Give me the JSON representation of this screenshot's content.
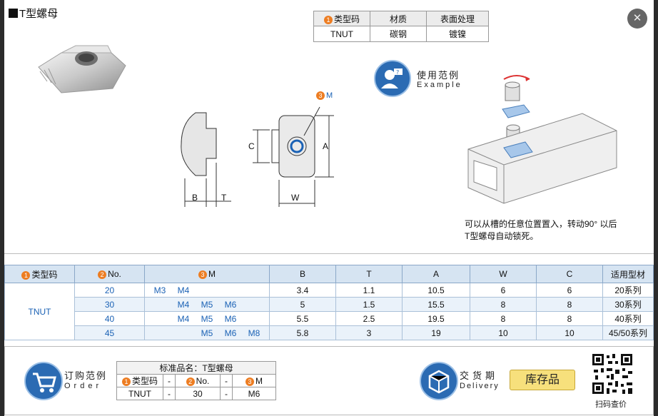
{
  "header": {
    "title": "T型螺母",
    "close_glyph": "✕"
  },
  "spec_table": {
    "headers": [
      "类型码",
      "材质",
      "表面处理"
    ],
    "header_num": "1",
    "row": [
      "TNUT",
      "碳钢",
      "镀镍"
    ]
  },
  "drawing": {
    "label_B": "B",
    "label_T": "T",
    "label_C": "C",
    "label_A": "A",
    "label_W": "W",
    "m_num": "3",
    "m_text": "M"
  },
  "example": {
    "title_cn": "使用范例",
    "title_en": "Example",
    "note_line1": "可以从槽的任意位置置入，转动90° 以后",
    "note_line2": "T型螺母自动锁死。"
  },
  "main_table": {
    "headers": {
      "type": {
        "num": "1",
        "text": "类型码"
      },
      "no": {
        "num": "2",
        "text": "No."
      },
      "m": {
        "num": "3",
        "text": "M"
      },
      "b": "B",
      "t": "T",
      "a": "A",
      "w": "W",
      "c": "C",
      "series": "适用型材"
    },
    "type_value": "TNUT",
    "rows": [
      {
        "no": "20",
        "m": [
          "M3",
          "M4",
          "",
          "",
          ""
        ],
        "b": "3.4",
        "t": "1.1",
        "a": "10.5",
        "w": "6",
        "c": "6",
        "series": "20系列"
      },
      {
        "no": "30",
        "m": [
          "",
          "M4",
          "M5",
          "M6",
          ""
        ],
        "b": "5",
        "t": "1.5",
        "a": "15.5",
        "w": "8",
        "c": "8",
        "series": "30系列"
      },
      {
        "no": "40",
        "m": [
          "",
          "M4",
          "M5",
          "M6",
          ""
        ],
        "b": "5.5",
        "t": "2.5",
        "a": "19.5",
        "w": "8",
        "c": "8",
        "series": "40系列"
      },
      {
        "no": "45",
        "m": [
          "",
          "",
          "M5",
          "M6",
          "M8"
        ],
        "b": "5.8",
        "t": "3",
        "a": "19",
        "w": "10",
        "c": "10",
        "series": "45/50系列"
      }
    ]
  },
  "order": {
    "title_cn": "订购范例",
    "title_en": "Order",
    "std_name": "标准品名：T型螺母",
    "cols": [
      {
        "num": "1",
        "text": "类型码"
      },
      {
        "text": "-"
      },
      {
        "num": "2",
        "text": "No."
      },
      {
        "text": "-"
      },
      {
        "num": "3",
        "text": "M"
      }
    ],
    "values": [
      "TNUT",
      "-",
      "30",
      "-",
      "M6"
    ]
  },
  "delivery": {
    "title_cn": "交货期",
    "title_en": "Delivery",
    "stock": "库存品"
  },
  "qr": {
    "label": "扫码查价"
  },
  "colors": {
    "accent": "#2b6bb3",
    "orange": "#ed7d22",
    "header_bg": "#d6e4f2",
    "stock_bg": "#f7e07c"
  }
}
